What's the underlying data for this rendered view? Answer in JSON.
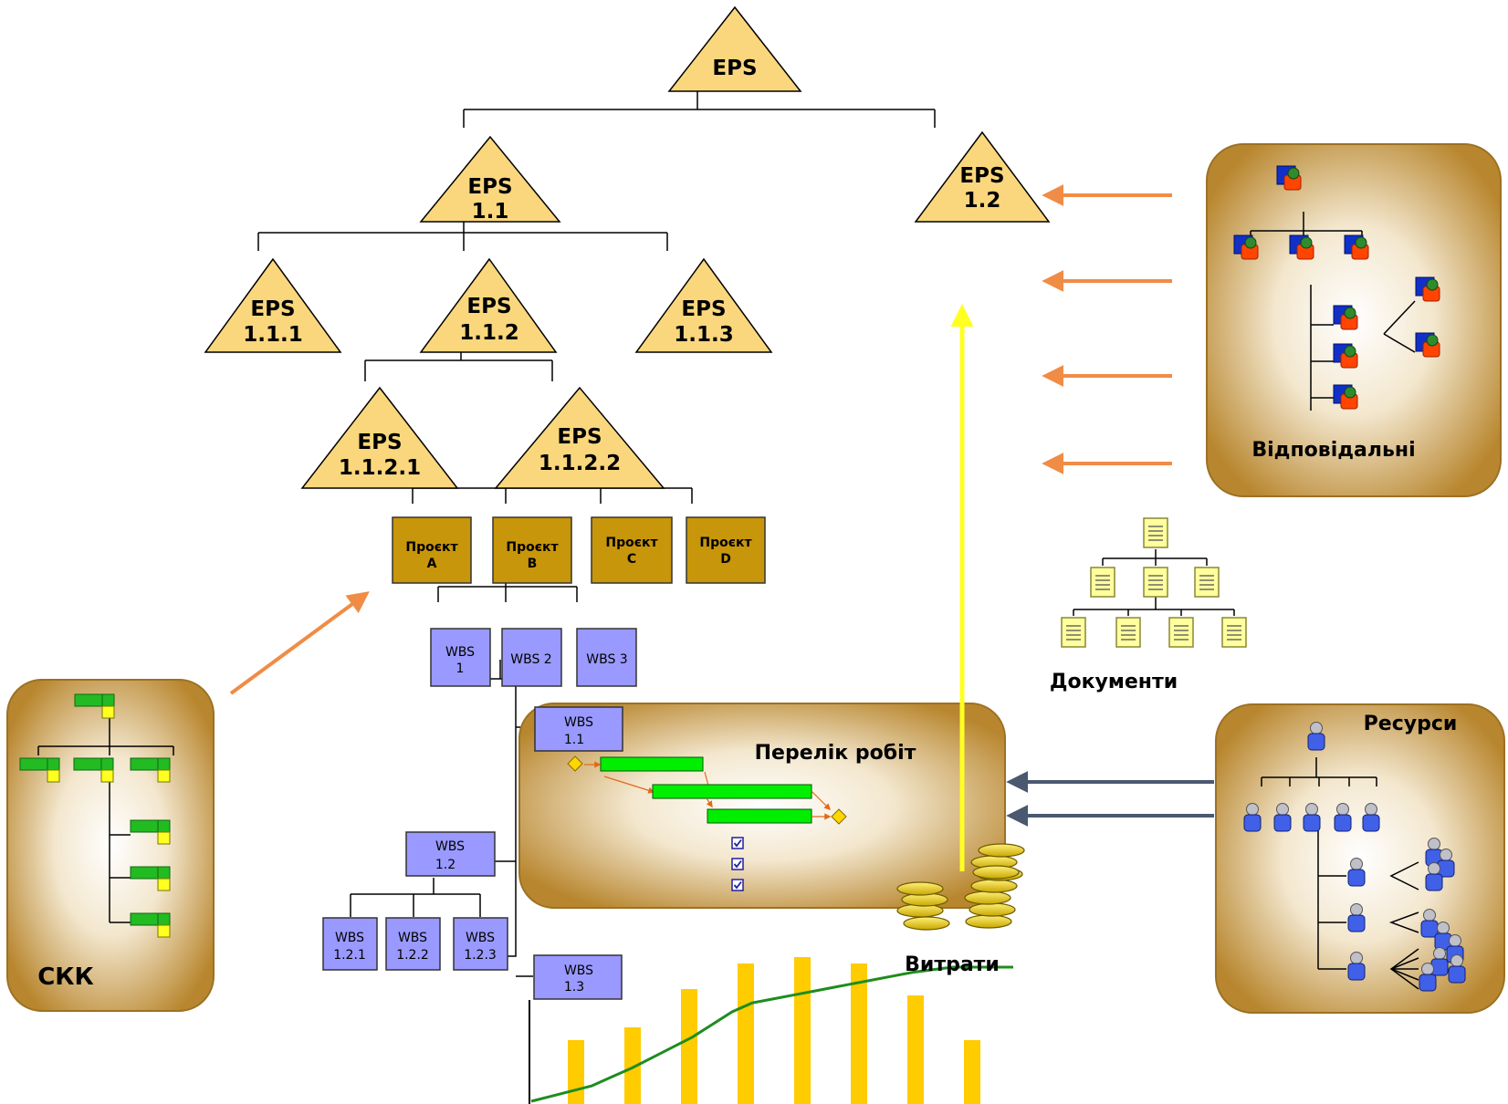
{
  "eps": {
    "root": [
      "EPS"
    ],
    "e11": [
      "EPS",
      "1.1"
    ],
    "e12": [
      "EPS",
      "1.2"
    ],
    "e111": [
      "EPS",
      "1.1.1"
    ],
    "e112": [
      "EPS",
      "1.1.2"
    ],
    "e113": [
      "EPS",
      "1.1.3"
    ],
    "e1121": [
      "EPS",
      "1.1.2.1"
    ],
    "e1122": [
      "EPS",
      "1.1.2.2"
    ]
  },
  "projects": [
    [
      "Проєкт",
      "A"
    ],
    [
      "Проєкт",
      "B"
    ],
    [
      "Проєкт",
      "C"
    ],
    [
      "Проєкт",
      "D"
    ]
  ],
  "wbs": {
    "w1": [
      "WBS",
      "1"
    ],
    "w2": [
      "WBS 2"
    ],
    "w3": [
      "WBS 3"
    ],
    "w11": [
      "WBS",
      "1.1"
    ],
    "w12": [
      "WBS",
      "1.2"
    ],
    "w121": [
      "WBS",
      "1.2.1"
    ],
    "w122": [
      "WBS",
      "1.2.2"
    ],
    "w123": [
      "WBS",
      "1.2.3"
    ],
    "w13": [
      "WBS",
      "1.3"
    ]
  },
  "labels": {
    "responsible": "Відповідальні",
    "documents": "Документи",
    "tasks": "Перелік робіт",
    "resources": "Ресурси",
    "costs": "Витрати",
    "skk": "СКК"
  },
  "colors": {
    "triangle_fill": "#FAD77D",
    "project_fill": "#C8960A",
    "wbs_fill": "#9999FF",
    "arrow_orange": "#F08C46",
    "arrow_slate": "#4A5870",
    "arrow_yellow": "#FFFF22",
    "bar_yellow": "#FFCC00",
    "curve_green": "#1E8C1E",
    "gantt_green": "#00EE00",
    "panel_edge": "#B8862E"
  },
  "icons": [
    "org-chart-icon",
    "document-tree-icon",
    "people-tree-icon",
    "gantt-chart-icon",
    "coin-stack-icon",
    "code-tree-icon",
    "checkbox-icon",
    "milestone-diamond-icon"
  ],
  "cost_chart": {
    "bars": [
      5,
      6,
      9,
      11,
      11.5,
      11,
      8.5,
      5
    ],
    "curve": [
      0,
      0.4,
      0.8,
      1.2,
      1.9,
      2.6,
      3.4,
      4.2,
      5.0,
      6.0,
      7.0,
      7.7,
      8.0,
      8.3,
      8.6,
      8.9,
      9.2,
      9.5,
      9.8,
      10.1,
      10.3,
      10.5,
      10.5,
      10.5,
      10.5
    ]
  }
}
